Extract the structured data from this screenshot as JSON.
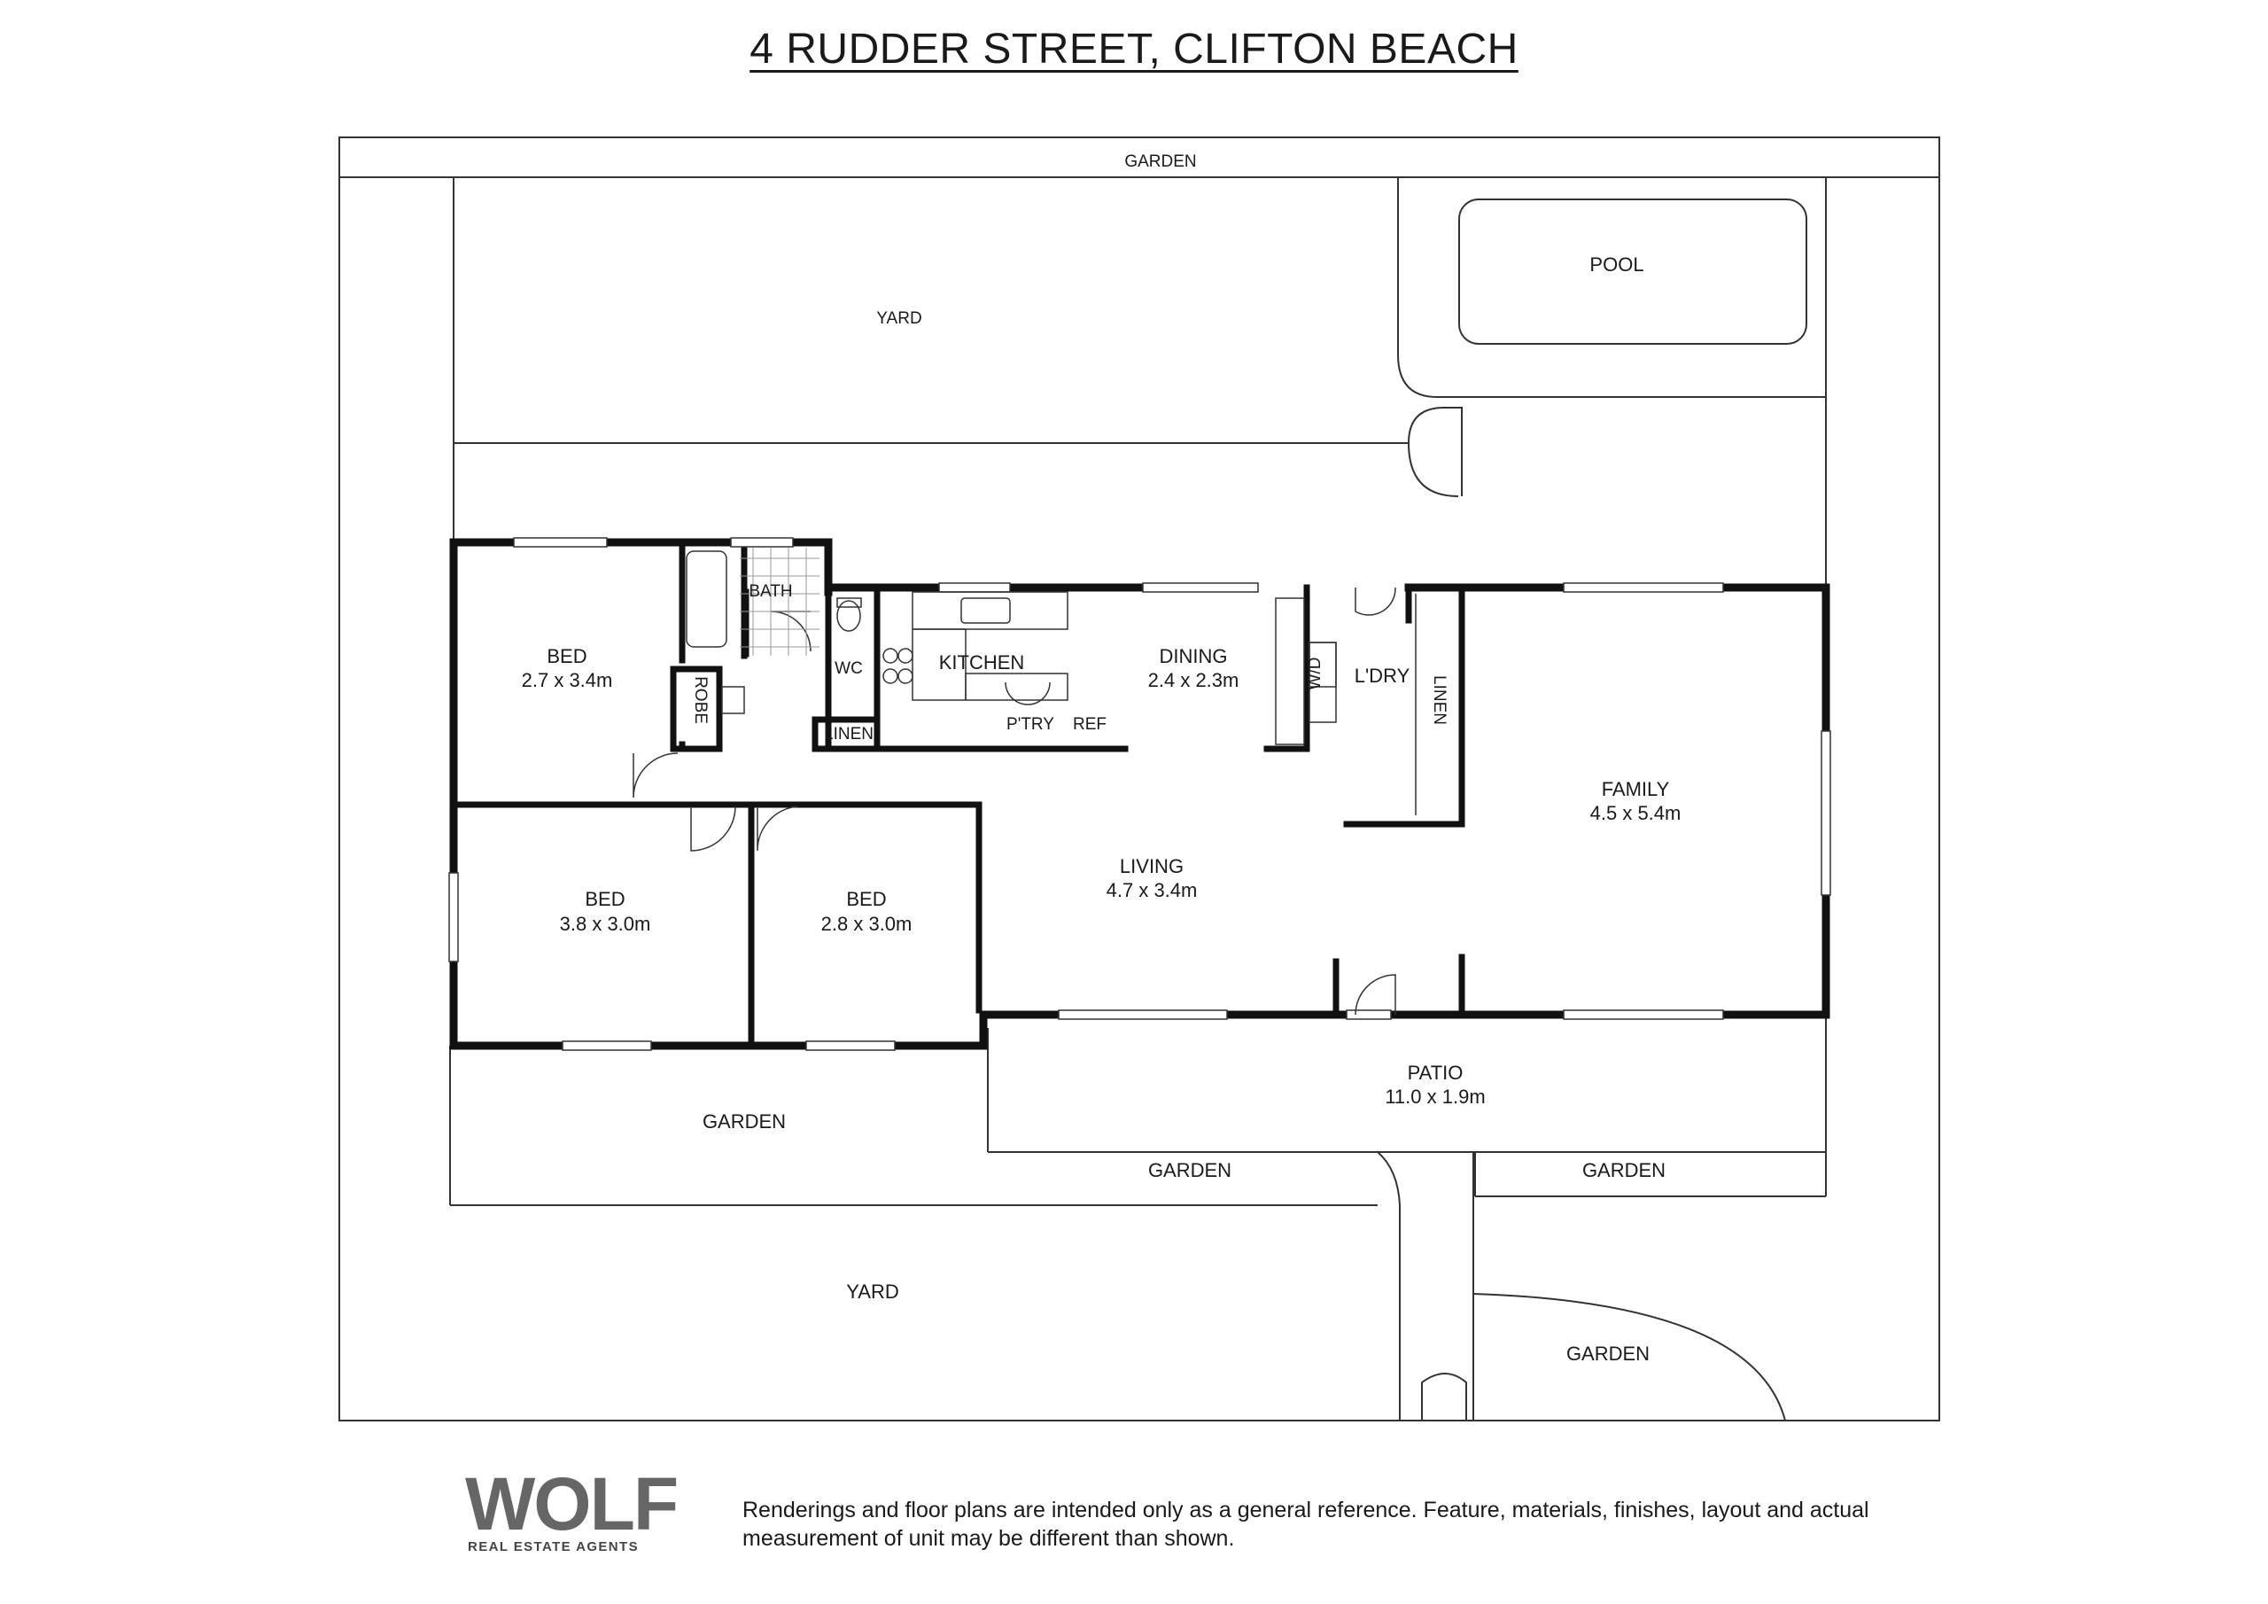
{
  "title": "4 RUDDER STREET, CLIFTON BEACH",
  "outdoor": {
    "garden_top": "GARDEN",
    "yard_top": "YARD",
    "pool": "POOL",
    "garden_left": "GARDEN",
    "garden_center": "GARDEN",
    "garden_right": "GARDEN",
    "yard_bottom": "YARD",
    "garden_bottom_right": "GARDEN"
  },
  "rooms": {
    "bed1": {
      "name": "BED",
      "size": "2.7 x 3.4m"
    },
    "bath": {
      "name": "BATH"
    },
    "wc": {
      "name": "WC"
    },
    "robe": {
      "name": "ROBE"
    },
    "linen1": {
      "name": "LINEN"
    },
    "kitchen": {
      "name": "KITCHEN"
    },
    "pantry": {
      "name": "P'TRY"
    },
    "ref": {
      "name": "REF"
    },
    "dining": {
      "name": "DINING",
      "size": "2.4 x 2.3m"
    },
    "wd": {
      "name": "W/D"
    },
    "laundry": {
      "name": "L'DRY"
    },
    "linen2": {
      "name": "LINEN"
    },
    "family": {
      "name": "FAMILY",
      "size": "4.5 x 5.4m"
    },
    "bed2": {
      "name": "BED",
      "size": "3.8 x 3.0m"
    },
    "bed3": {
      "name": "BED",
      "size": "2.8 x 3.0m"
    },
    "living": {
      "name": "LIVING",
      "size": "4.7 x 3.4m"
    },
    "patio": {
      "name": "PATIO",
      "size": "11.0 x 1.9m"
    }
  },
  "footer": {
    "logo_word": "WOLF",
    "logo_tagline": "REAL ESTATE AGENTS",
    "disclaimer": "Renderings and floor plans are intended only as a general reference. Feature, materials, finishes, layout and actual measurement of unit may be different than shown."
  }
}
